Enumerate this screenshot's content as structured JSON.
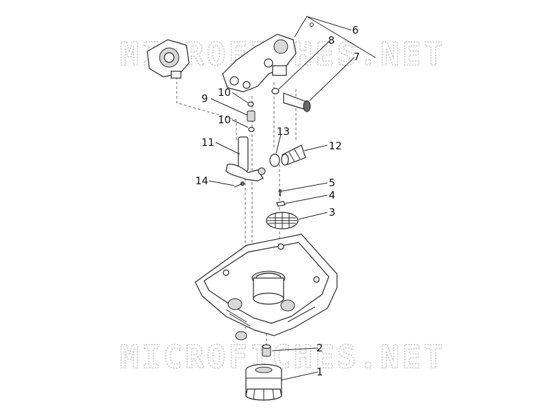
{
  "watermark": {
    "top": "MICROFICHES.NET",
    "bottom": "MICROFICHES.NET"
  },
  "callouts": {
    "c1": "1",
    "c2": "2",
    "c3": "3",
    "c4": "4",
    "c5": "5",
    "c6": "6",
    "c7": "7",
    "c8": "8",
    "c9": "9",
    "c10a": "10",
    "c10b": "10",
    "c11": "11",
    "c12": "12",
    "c13": "13",
    "c14": "14"
  },
  "colors": {
    "line": "#222222",
    "watermark": "#c4c4c4",
    "background": "#ffffff"
  }
}
